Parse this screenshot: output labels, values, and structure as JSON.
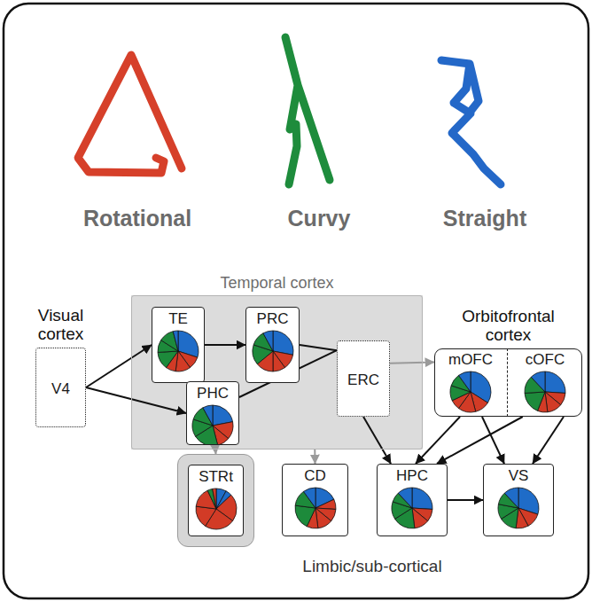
{
  "diagram": {
    "nodes": [
      {
        "text": [
          "Visual cortex",
          "V4"
        ]
      },
      {
        "text": [
          "Temporal cortex"
        ]
      },
      {
        "text": [
          "TE"
        ],
        "in": 1
      },
      {
        "text": [
          "PRC"
        ],
        "in": 1
      },
      {
        "text": [
          "PHC"
        ],
        "in": 1
      },
      {
        "text": [
          "ERC"
        ],
        "in": 1
      },
      {
        "text": [
          "Orbitofrontal cortex"
        ]
      },
      {
        "text": [
          "mOFC"
        ],
        "in": 6
      },
      {
        "text": [
          "cOFC"
        ],
        "in": 6
      },
      {
        "text": [
          "STRt"
        ]
      },
      {
        "text": [
          "CD"
        ]
      },
      {
        "text": [
          "HPC"
        ]
      },
      {
        "text": [
          "VS"
        ]
      }
    ],
    "edges": [
      {
        "from": 0,
        "to": 2,
        "arrow": "to"
      },
      {
        "from": 0,
        "to": 4,
        "arrow": "to"
      },
      {
        "from": 2,
        "to": 3,
        "arrow": "to"
      },
      {
        "from": 3,
        "to": 5,
        "arrow": "none"
      },
      {
        "from": 4,
        "to": 5,
        "arrow": "none"
      },
      {
        "from": 5,
        "to": 6,
        "arrow": "to"
      },
      {
        "from": 5,
        "to": 11,
        "arrow": "to"
      },
      {
        "from": 7,
        "to": 11,
        "arrow": "to"
      },
      {
        "from": 7,
        "to": 12,
        "arrow": "to"
      },
      {
        "from": 8,
        "to": 11,
        "arrow": "to"
      },
      {
        "from": 8,
        "to": 12,
        "arrow": "to"
      },
      {
        "from": 11,
        "to": 12,
        "arrow": "to"
      },
      {
        "from": 1,
        "to": 9,
        "arrow": "to"
      },
      {
        "from": 1,
        "to": 10,
        "arrow": "to"
      }
    ],
    "labels": [
      "Rotational",
      "Curvy",
      "Straight",
      "Limbic/sub-cortical"
    ]
  }
}
